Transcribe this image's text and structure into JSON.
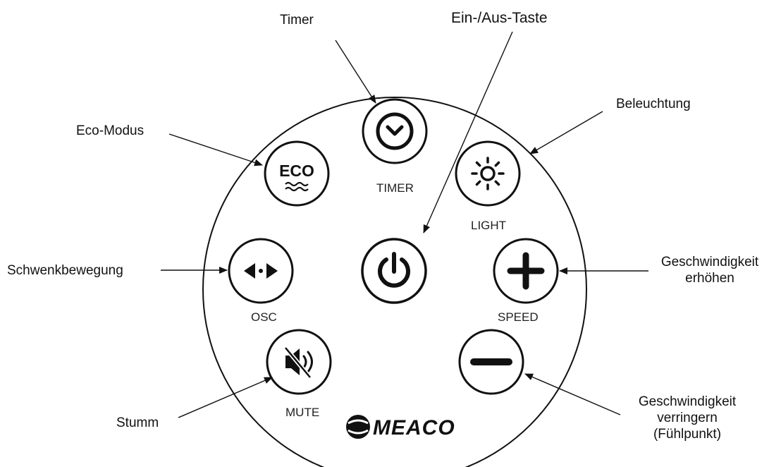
{
  "callouts": {
    "timer": "Timer",
    "power": "Ein-/Aus-Taste",
    "eco": "Eco-Modus",
    "light": "Beleuchtung",
    "osc": "Schwenkbewegung",
    "speed_up": [
      "Geschwindigkeit",
      "erhöhen"
    ],
    "mute": "Stumm",
    "speed_down": [
      "Geschwindigkeit",
      "verringern",
      "(Fühlpunkt)"
    ]
  },
  "buttons": {
    "eco_text": "ECO",
    "timer": "TIMER",
    "light": "LIGHT",
    "osc": "OSC",
    "speed": "SPEED",
    "mute": "MUTE"
  },
  "brand": "MEACO"
}
